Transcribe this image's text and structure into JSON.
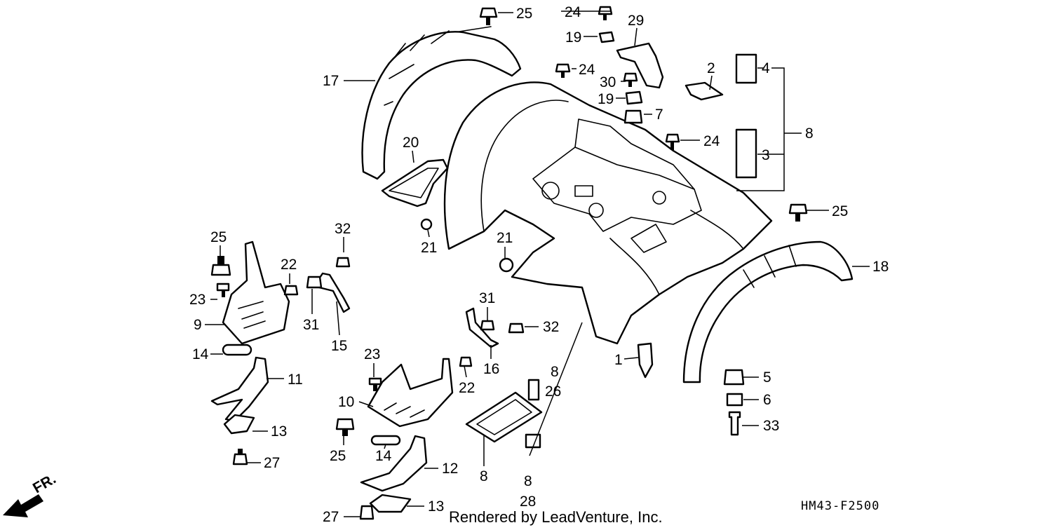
{
  "diagram": {
    "code": "HM43-F2500",
    "credit": "Rendered by LeadVenture, Inc.",
    "direction": "FR.",
    "callouts": [
      {
        "id": "c1",
        "text": "25"
      },
      {
        "id": "c2",
        "text": "24"
      },
      {
        "id": "c3",
        "text": "29"
      },
      {
        "id": "c4",
        "text": "19"
      },
      {
        "id": "c5",
        "text": "4"
      },
      {
        "id": "c6",
        "text": "17"
      },
      {
        "id": "c7",
        "text": "24"
      },
      {
        "id": "c8",
        "text": "30"
      },
      {
        "id": "c9",
        "text": "2"
      },
      {
        "id": "c10",
        "text": "19"
      },
      {
        "id": "c11",
        "text": "7"
      },
      {
        "id": "c12",
        "text": "8"
      },
      {
        "id": "c13",
        "text": "24"
      },
      {
        "id": "c14",
        "text": "3"
      },
      {
        "id": "c15",
        "text": "20"
      },
      {
        "id": "c16",
        "text": "25"
      },
      {
        "id": "c17",
        "text": "32"
      },
      {
        "id": "c18",
        "text": "21"
      },
      {
        "id": "c19",
        "text": "21"
      },
      {
        "id": "c20",
        "text": "25"
      },
      {
        "id": "c21",
        "text": "18"
      },
      {
        "id": "c22",
        "text": "22"
      },
      {
        "id": "c23",
        "text": "23"
      },
      {
        "id": "c24",
        "text": "31"
      },
      {
        "id": "c25",
        "text": "9"
      },
      {
        "id": "c26",
        "text": "15"
      },
      {
        "id": "c27",
        "text": "31"
      },
      {
        "id": "c28",
        "text": "32"
      },
      {
        "id": "c29",
        "text": "14"
      },
      {
        "id": "c30",
        "text": "11"
      },
      {
        "id": "c31",
        "text": "1"
      },
      {
        "id": "c32",
        "text": "23"
      },
      {
        "id": "c33",
        "text": "22"
      },
      {
        "id": "c34",
        "text": "16"
      },
      {
        "id": "c35",
        "text": "8"
      },
      {
        "id": "c36",
        "text": "26"
      },
      {
        "id": "c37",
        "text": "5"
      },
      {
        "id": "c38",
        "text": "10"
      },
      {
        "id": "c39",
        "text": "6"
      },
      {
        "id": "c40",
        "text": "13"
      },
      {
        "id": "c41",
        "text": "33"
      },
      {
        "id": "c42",
        "text": "25"
      },
      {
        "id": "c43",
        "text": "14"
      },
      {
        "id": "c44",
        "text": "12"
      },
      {
        "id": "c45",
        "text": "8"
      },
      {
        "id": "c46",
        "text": "8"
      },
      {
        "id": "c47",
        "text": "27"
      },
      {
        "id": "c48",
        "text": "28"
      },
      {
        "id": "c49",
        "text": "27"
      },
      {
        "id": "c50",
        "text": "13"
      }
    ]
  }
}
